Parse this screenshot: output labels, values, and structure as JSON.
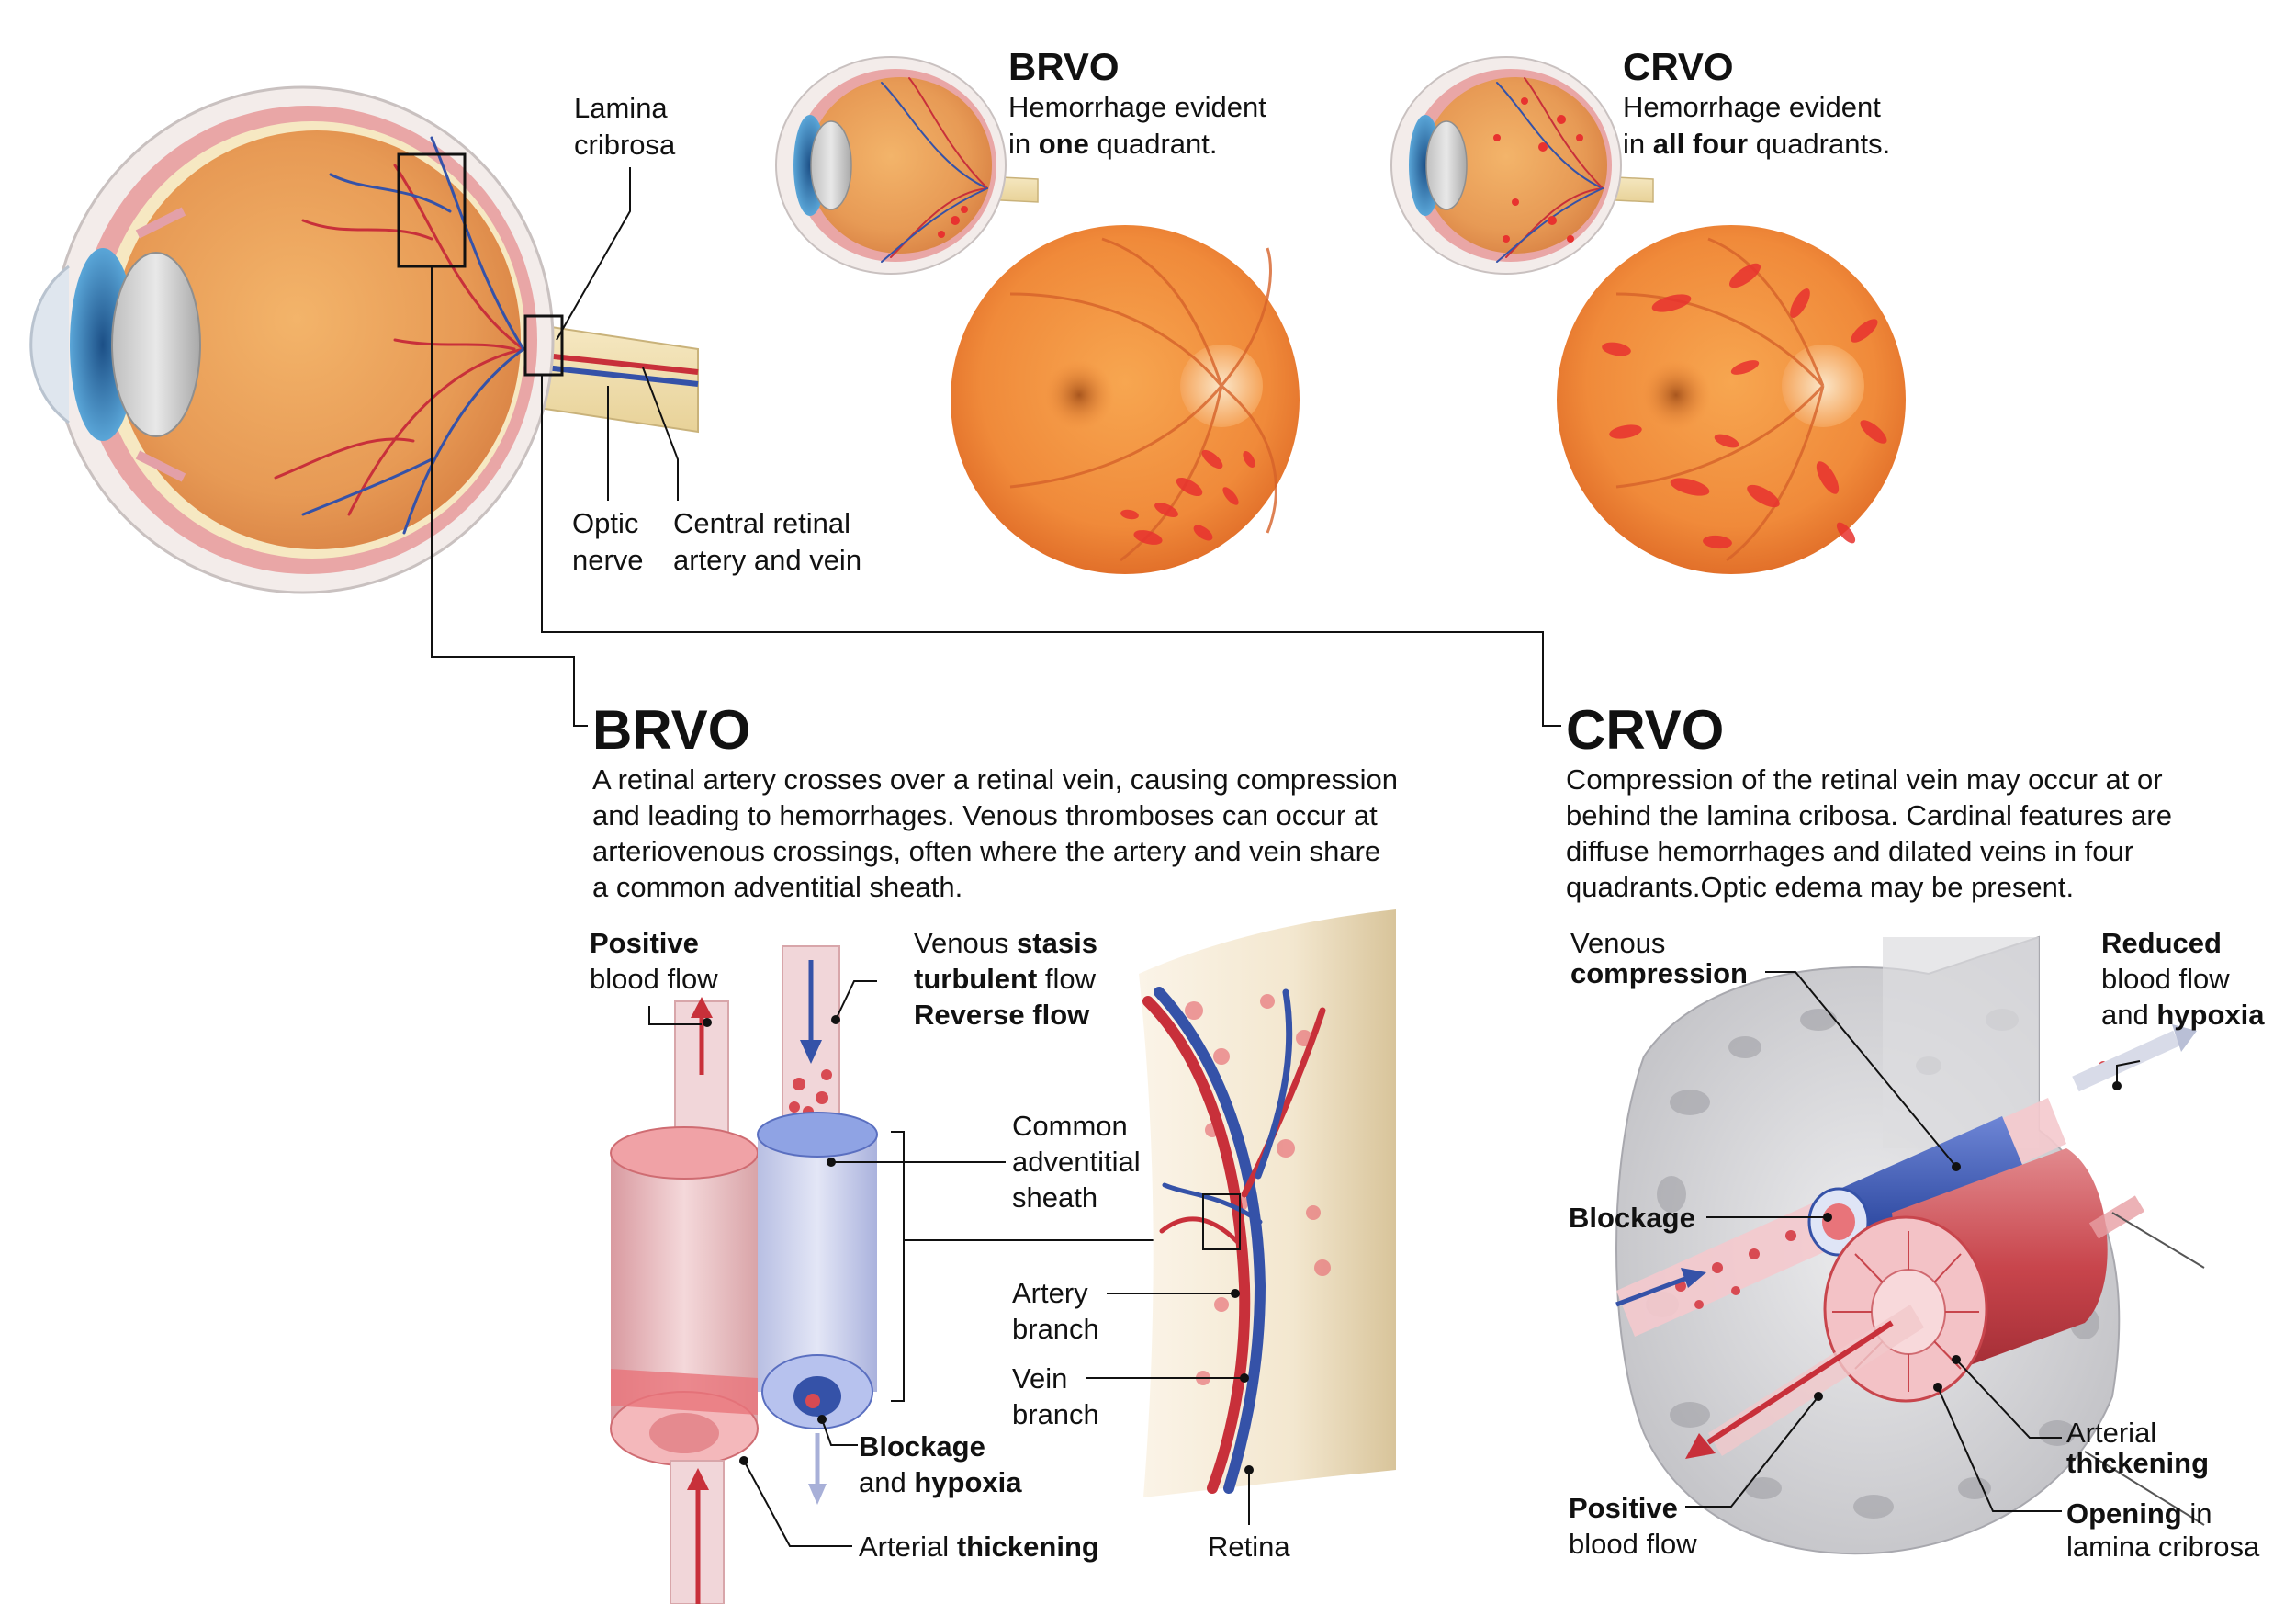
{
  "eye": {
    "lamina_l1": "Lamina",
    "lamina_l2": "cribrosa",
    "optic_l1": "Optic",
    "optic_l2": "nerve",
    "central_l1": "Central retinal",
    "central_l2": "artery and vein"
  },
  "top_brvo": {
    "title": "BRVO",
    "line1": "Hemorrhage evident",
    "line2_pre": "in ",
    "line2_bold": "one",
    "line2_post": " quadrant."
  },
  "top_crvo": {
    "title": "CRVO",
    "line1": "Hemorrhage evident",
    "line2_pre": "in ",
    "line2_bold": "all four",
    "line2_post": " quadrants."
  },
  "brvo": {
    "title": "BRVO",
    "desc": [
      "A retinal artery crosses over a retinal vein, causing compression",
      "and leading to hemorrhages. Venous thromboses can occur at",
      "arteriovenous crossings, often where the artery and vein share",
      "a common adventitial sheath."
    ],
    "positive_bold": "Positive",
    "positive_rest": "blood flow",
    "venous_pre": "Venous ",
    "venous_bold": "stasis",
    "turbulent_bold": "turbulent",
    "turbulent_rest": " flow",
    "reverse": "Reverse flow",
    "sheath_l1": "Common",
    "sheath_l2": "adventitial",
    "sheath_l3": "sheath",
    "artery_l1": "Artery",
    "artery_l2": "branch",
    "vein_l1": "Vein",
    "vein_l2": "branch",
    "blockage_bold": "Blockage",
    "hypoxia_pre": "and ",
    "hypoxia_bold": "hypoxia",
    "thick_pre": "Arterial ",
    "thick_bold": "thickening",
    "retina": "Retina"
  },
  "crvo": {
    "title": "CRVO",
    "desc": [
      "Compression of the retinal vein may occur at or",
      "behind the lamina cribosa. Cardinal features are",
      "diffuse hemorrhages and dilated veins in four",
      "quadrants.Optic edema may be present."
    ],
    "venous_l1": "Venous",
    "venous_l2": "compression",
    "reduced_bold": "Reduced",
    "reduced_l2": "blood flow",
    "reduced_l3_pre": "and ",
    "reduced_l3_bold": "hypoxia",
    "blockage": "Blockage",
    "arterial_l1": "Arterial",
    "arterial_l2": "thickening",
    "positive_bold": "Positive",
    "positive_rest": "blood flow",
    "opening_bold": "Opening",
    "opening_rest": " in",
    "opening_l2": "lamina cribrosa"
  },
  "colors": {
    "artery": "#c8303a",
    "vein": "#3552a8",
    "fundus": "#f08a3a",
    "hemorrhage": "#e8322f",
    "sclera": "#f3ecea",
    "bone": "#d9d9dc"
  }
}
